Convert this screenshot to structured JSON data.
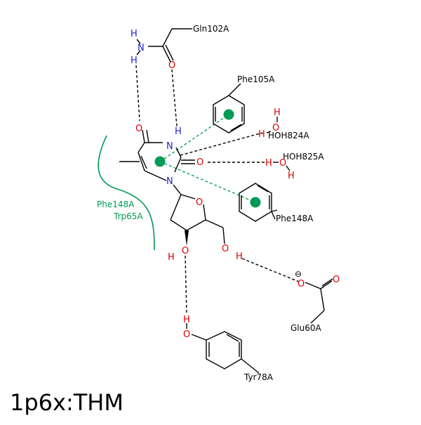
{
  "title": "1p6x:THM",
  "residues": {
    "gln102": "Gln102A",
    "phe105": "Phe105A",
    "hoh824": "HOH824A",
    "hoh825": "HOH825A",
    "phe148": "Phe148A",
    "glu60": "Glu60A",
    "tyr78": "Tyr78A",
    "hydrophobic_a": "Phe148A",
    "hydrophobic_b": "Trp65A"
  },
  "atoms": {
    "H": "H",
    "N": "N",
    "O": "O"
  },
  "charge": "⊖",
  "colors": {
    "bond": "#000000",
    "nitrogen": "#2222cc",
    "oxygen": "#dd0000",
    "pi_center": "#009955",
    "hydrophobic": "#009955",
    "hbond": "#000000"
  }
}
